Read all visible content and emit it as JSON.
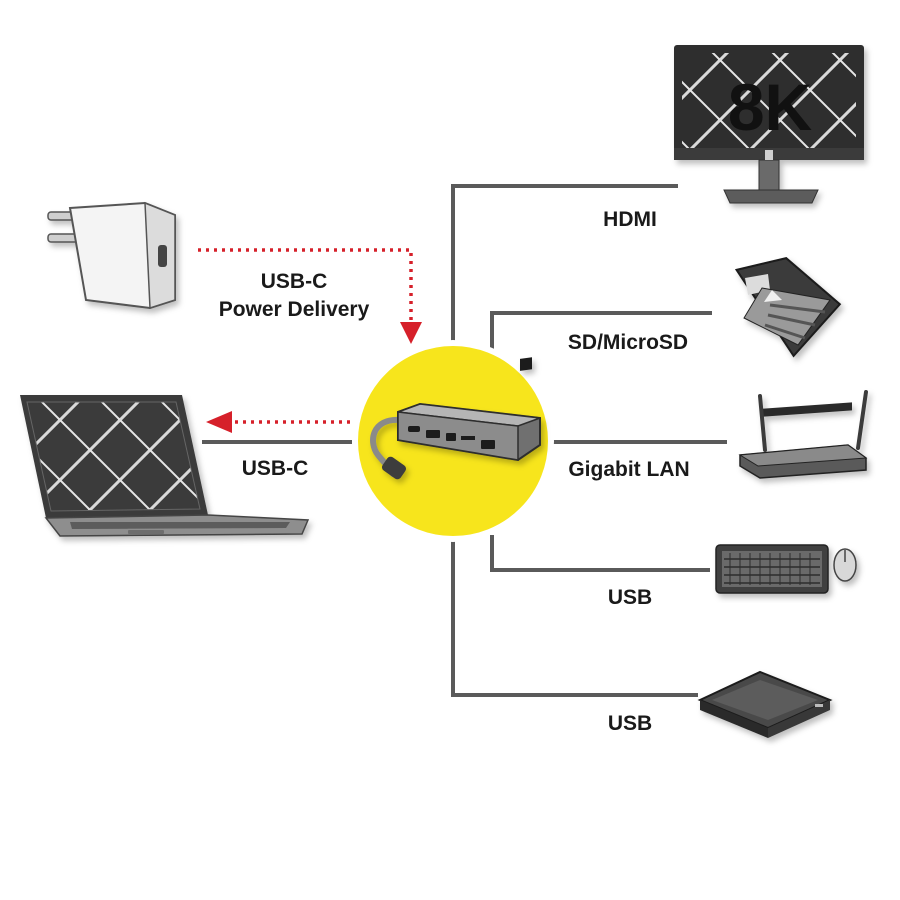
{
  "monitor": {
    "badge": "8K"
  },
  "labels": {
    "power_line1": "USB-C",
    "power_line2": "Power Delivery",
    "laptop": "USB-C",
    "hdmi": "HDMI",
    "sd": "SD/MicroSD",
    "lan": "Gigabit LAN",
    "usb_keyboard": "USB",
    "usb_drive": "USB"
  },
  "colors": {
    "hub_circle": "#f7e51c",
    "connector_line": "#5a5a5a",
    "arrow": "#d6202a"
  },
  "icons": [
    "power-adapter-icon",
    "laptop-icon",
    "usb-c-hub-icon",
    "monitor-icon",
    "sd-card-icon",
    "router-icon",
    "keyboard-mouse-icon",
    "external-drive-icon"
  ]
}
